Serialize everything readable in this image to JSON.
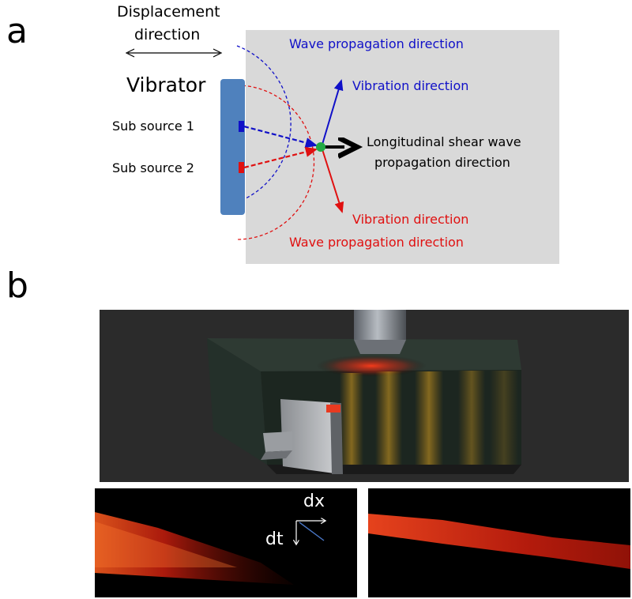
{
  "panel_a": {
    "letter": "a",
    "displacement_line1": "Displacement",
    "displacement_line2": "direction",
    "vibrator": "Vibrator",
    "sub_source_1": "Sub source 1",
    "sub_source_2": "Sub source 2",
    "wave_prop_blue": "Wave propagation direction",
    "vibration_blue": "Vibration direction",
    "longitudinal_line1": "Longitudinal shear wave",
    "longitudinal_line2": "propagation direction",
    "vibration_red": "Vibration direction",
    "wave_prop_red": "Wave propagation direction",
    "colors": {
      "blue": "#1010c8",
      "red": "#e01010",
      "vibrator": "#4f81bd",
      "field": "#d9d9d9",
      "point": "#22aa44"
    }
  },
  "panel_b": {
    "letter": "b",
    "dx_label": "dx",
    "dt_label": "dt"
  }
}
